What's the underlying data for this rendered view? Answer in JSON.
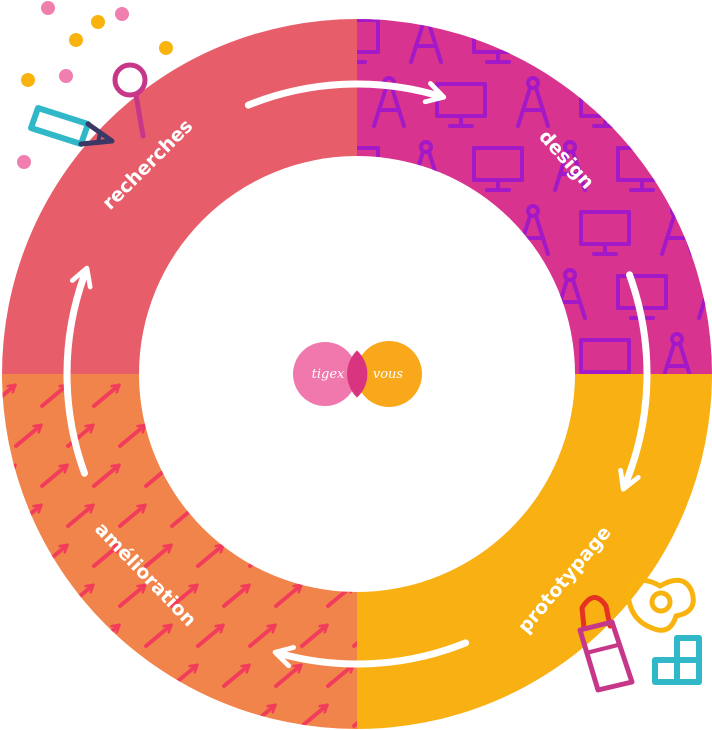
{
  "diagram": {
    "steps": [
      {
        "label": "recherches",
        "color": "#e85d6a"
      },
      {
        "label": "design",
        "color": "#d8348f"
      },
      {
        "label": "prototypage",
        "color": "#f8b012"
      },
      {
        "label": "amélioration",
        "color": "#f0844a"
      }
    ],
    "pattern_colors": {
      "design_icons": "#a319c7",
      "amelioration_arrows": "#f23c5c"
    },
    "logo": {
      "left": "tigex",
      "right": "vous",
      "left_color": "#f078ad",
      "right_color": "#f9a81b",
      "overlap_color": "#d9347f"
    },
    "decor_colors": {
      "pink_dot": "#f07fb0",
      "yellow_dot": "#f8b30f",
      "teal": "#30b8c9",
      "navy": "#3a3864",
      "magenta": "#c6378a",
      "red": "#e53322"
    }
  }
}
